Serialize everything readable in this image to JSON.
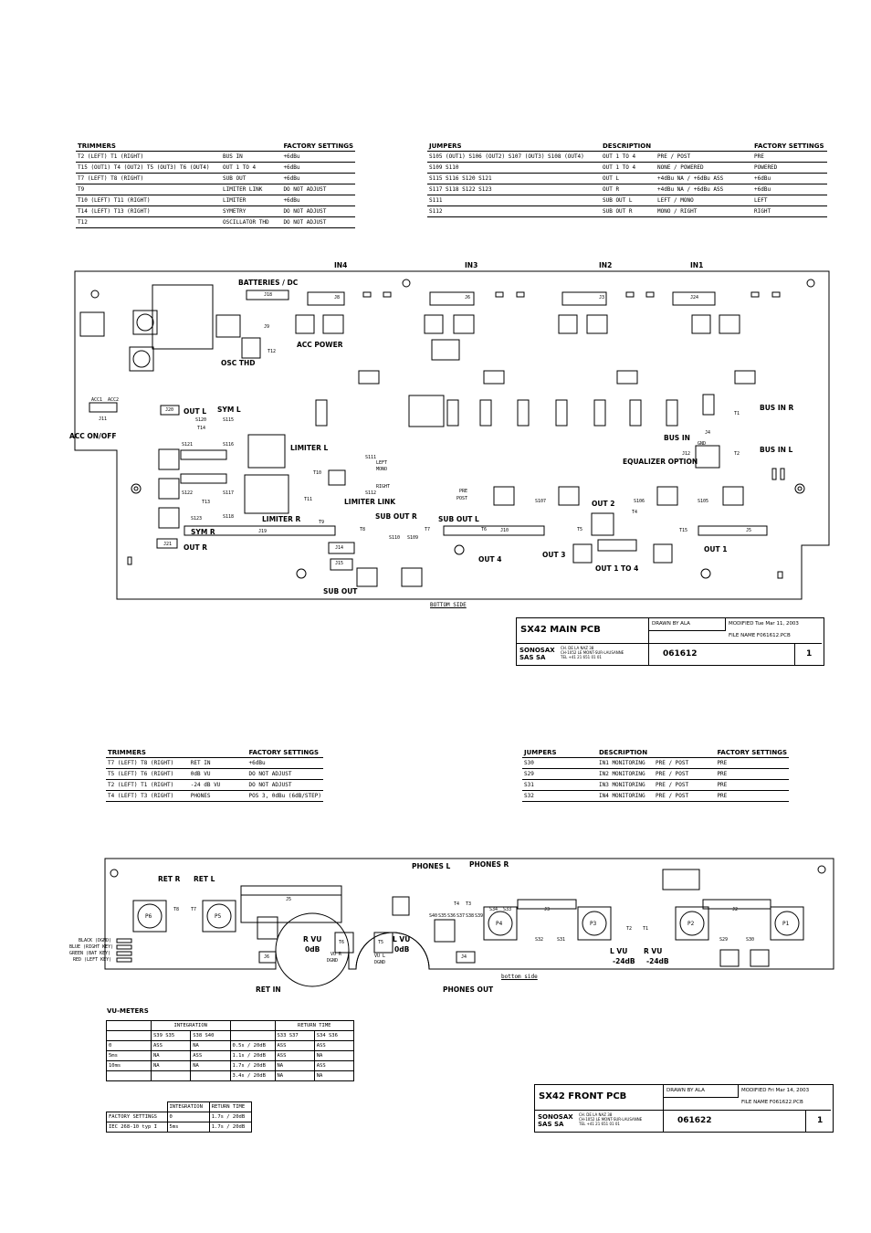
{
  "main_trimmers": {
    "headers": [
      "TRIMMERS",
      "",
      "FACTORY SETTINGS"
    ],
    "rows": [
      [
        "T2 (LEFT) T1 (RIGHT)",
        "BUS IN",
        "+6dBu"
      ],
      [
        "T15 (OUT1) T4 (OUT2) T5 (OUT3) T6 (OUT4)",
        "OUT 1 TO 4",
        "+6dBu"
      ],
      [
        "T7 (LEFT) T8 (RIGHT)",
        "SUB OUT",
        "+6dBu"
      ],
      [
        "T9",
        "LIMITER LINK",
        "DO NOT ADJUST"
      ],
      [
        "T10 (LEFT) T11 (RIGHT)",
        "LIMITER",
        "+6dBu"
      ],
      [
        "T14 (LEFT) T13 (RIGHT)",
        "SYMETRY",
        "DO NOT ADJUST"
      ],
      [
        "T12",
        "OSCILLATOR THD",
        "DO NOT ADJUST"
      ]
    ]
  },
  "main_jumpers": {
    "headers": [
      "JUMPERS",
      "DESCRIPTION",
      "FACTORY SETTINGS"
    ],
    "rows": [
      [
        "S105 (OUT1) S106 (OUT2) S107 (OUT3) S108 (OUT4)",
        "OUT 1 TO 4",
        "PRE / POST",
        "PRE"
      ],
      [
        "S109 S110",
        "OUT 1 TO 4",
        "NONE / POWERED",
        "POWERED"
      ],
      [
        "S115 S116 S120 S121",
        "OUT L",
        "+4dBu NA / +6dBu ASS",
        "+6dBu"
      ],
      [
        "S117 S118 S122 S123",
        "OUT R",
        "+4dBu NA / +6dBu ASS",
        "+6dBu"
      ],
      [
        "S111",
        "SUB OUT L",
        "LEFT / MONO",
        "LEFT"
      ],
      [
        "S112",
        "SUB OUT R",
        "MONO / RIGHT",
        "RIGHT"
      ]
    ]
  },
  "main_pcb": {
    "labels": {
      "in4": "IN4",
      "in3": "IN3",
      "in2": "IN2",
      "in1": "IN1",
      "batteries": "BATTERIES / DC",
      "acc_power": "ACC POWER",
      "osc_thd": "OSC THD",
      "acc_onoff": "ACC ON/OFF",
      "out_l": "OUT L",
      "sym_l": "SYM L",
      "limiter_l": "LIMITER L",
      "limiter_link": "LIMITER LINK",
      "limiter_r": "LIMITER R",
      "sym_r": "SYM R",
      "out_r": "OUT R",
      "sub_out_r": "SUB OUT R",
      "sub_out_l": "SUB OUT L",
      "sub_out": "SUB OUT",
      "out4": "OUT 4",
      "out3": "OUT 3",
      "out2": "OUT 2",
      "out1": "OUT 1",
      "out1to4": "OUT 1 TO 4",
      "bus_in_r": "BUS IN R",
      "bus_in": "BUS IN",
      "bus_in_l": "BUS IN L",
      "eq_option": "EQUALIZER OPTION",
      "bottom_side": "BOTTOM SIDE"
    },
    "connectors": [
      "J8",
      "J6",
      "J3",
      "J24",
      "J18",
      "J9",
      "J11",
      "J20",
      "J19",
      "J10",
      "J5",
      "J21",
      "J15",
      "J14",
      "J12",
      "J4"
    ],
    "trimmers": [
      "T12",
      "T14",
      "T13",
      "T10",
      "T11",
      "T9",
      "T8",
      "T7",
      "T6",
      "T5",
      "T4",
      "T15",
      "T1",
      "T2"
    ],
    "jumpers": [
      "S120",
      "S115",
      "S121",
      "S116",
      "S122",
      "S117",
      "S123",
      "S118",
      "S111",
      "S112",
      "S110",
      "S109",
      "S107",
      "S106",
      "S105"
    ],
    "small": {
      "pre": "PRE",
      "post": "POST",
      "left": "LEFT",
      "mono": "MONO",
      "right": "RIGHT",
      "acc1": "ACC1",
      "acc2": "ACC2",
      "gnd": "GND"
    }
  },
  "main_title_block": {
    "title": "SX42 MAIN PCB",
    "drawn_by": "DRAWN BY  ALA",
    "modified": "MODIFIED   Tue Mar 11, 2003",
    "file_name": "FILE NAME  F061612.PCB",
    "company": "SONOSAX SAS SA",
    "address1": "CH. DE LA NAZ 38",
    "address2": "CH-1052 LE MONT-SUR-LAUSANNE",
    "address3": "TEL +41 21 651 01 01",
    "number": "061612",
    "sheet": "1"
  },
  "front_trimmers": {
    "headers": [
      "TRIMMERS",
      "",
      "FACTORY SETTINGS"
    ],
    "rows": [
      [
        "T7 (LEFT) T8 (RIGHT)",
        "RET IN",
        "+6dBu"
      ],
      [
        "T5 (LEFT) T6 (RIGHT)",
        "0dB VU",
        "DO NOT ADJUST"
      ],
      [
        "T2 (LEFT) T1 (RIGHT)",
        "-24 dB VU",
        "DO NOT ADJUST"
      ],
      [
        "T4 (LEFT) T3 (RIGHT)",
        "PHONES",
        "POS 3, 0dBu (6dB/STEP)"
      ]
    ]
  },
  "front_jumpers": {
    "headers": [
      "JUMPERS",
      "DESCRIPTION",
      "FACTORY SETTINGS"
    ],
    "rows": [
      [
        "S30",
        "IN1 MONITORING",
        "PRE / POST",
        "PRE"
      ],
      [
        "S29",
        "IN2 MONITORING",
        "PRE / POST",
        "PRE"
      ],
      [
        "S31",
        "IN3 MONITORING",
        "PRE / POST",
        "PRE"
      ],
      [
        "S32",
        "IN4 MONITORING",
        "PRE / POST",
        "PRE"
      ]
    ]
  },
  "front_pcb": {
    "labels": {
      "ret_r": "RET R",
      "ret_l": "RET L",
      "phones_l": "PHONES L",
      "phones_r": "PHONES R",
      "r_vu": "R VU",
      "l_vu": "L VU",
      "zero_db": "0dB",
      "l_vu24": "L VU",
      "r_vu24": "R VU",
      "m24": "-24dB",
      "ret_in": "RET IN",
      "phones_out": "PHONES OUT",
      "bottom_side": "bottom side",
      "vu_r": "VU R",
      "vu_l": "VU L",
      "dgnd": "DGND"
    },
    "keys": [
      "BLACK (DGND)",
      "BLUE (RIGHT KEY)",
      "GREEN (BAT KEY)",
      "RED (LEFT KEY)"
    ],
    "pots": [
      "P6",
      "P5",
      "P4",
      "P3",
      "P2",
      "P1"
    ],
    "parts": [
      "T8",
      "T7",
      "J5",
      "T6",
      "T5",
      "T4",
      "T3",
      "J6",
      "J4",
      "J3",
      "J2",
      "T2",
      "T1",
      "S29",
      "S30",
      "S31",
      "S32",
      "S35",
      "S36",
      "S37",
      "S38",
      "S39",
      "S40",
      "S33",
      "S34"
    ]
  },
  "vu_meters": {
    "title": "VU-METERS",
    "integration": "INTEGRATION",
    "return_time": "RETURN TIME",
    "sub_headers": [
      "S39 S35",
      "S38 S40",
      "S33 S37",
      "S34 S36"
    ],
    "rows": [
      [
        "0",
        "ASS",
        "NA",
        "0.5s / 20dB",
        "ASS",
        "ASS"
      ],
      [
        "5ms",
        "NA",
        "ASS",
        "1.1s / 20dB",
        "ASS",
        "NA"
      ],
      [
        "10ms",
        "NA",
        "NA",
        "1.7s / 20dB",
        "NA",
        "ASS"
      ],
      [
        "",
        "",
        "",
        "3.4s / 20dB",
        "NA",
        "NA"
      ]
    ]
  },
  "standards": {
    "headers": [
      "",
      "INTEGRATION",
      "RETURN TIME"
    ],
    "rows": [
      [
        "FACTORY SETTINGS",
        "0",
        "1.7s / 20dB"
      ],
      [
        "IEC 268-10 typ I",
        "5ms",
        "1.7s / 20dB"
      ]
    ]
  },
  "front_title_block": {
    "title": "SX42 FRONT PCB",
    "drawn_by": "DRAWN BY  ALA",
    "modified": "MODIFIED   Fri Mar 14, 2003",
    "file_name": "FILE NAME  F061622.PCB",
    "company": "SONOSAX SAS SA",
    "address1": "CH. DE LA NAZ 38",
    "address2": "CH-1052 LE MONT-SUR-LAUSANNE",
    "address3": "TEL +41 21 651 01 01",
    "number": "061622",
    "sheet": "1"
  }
}
